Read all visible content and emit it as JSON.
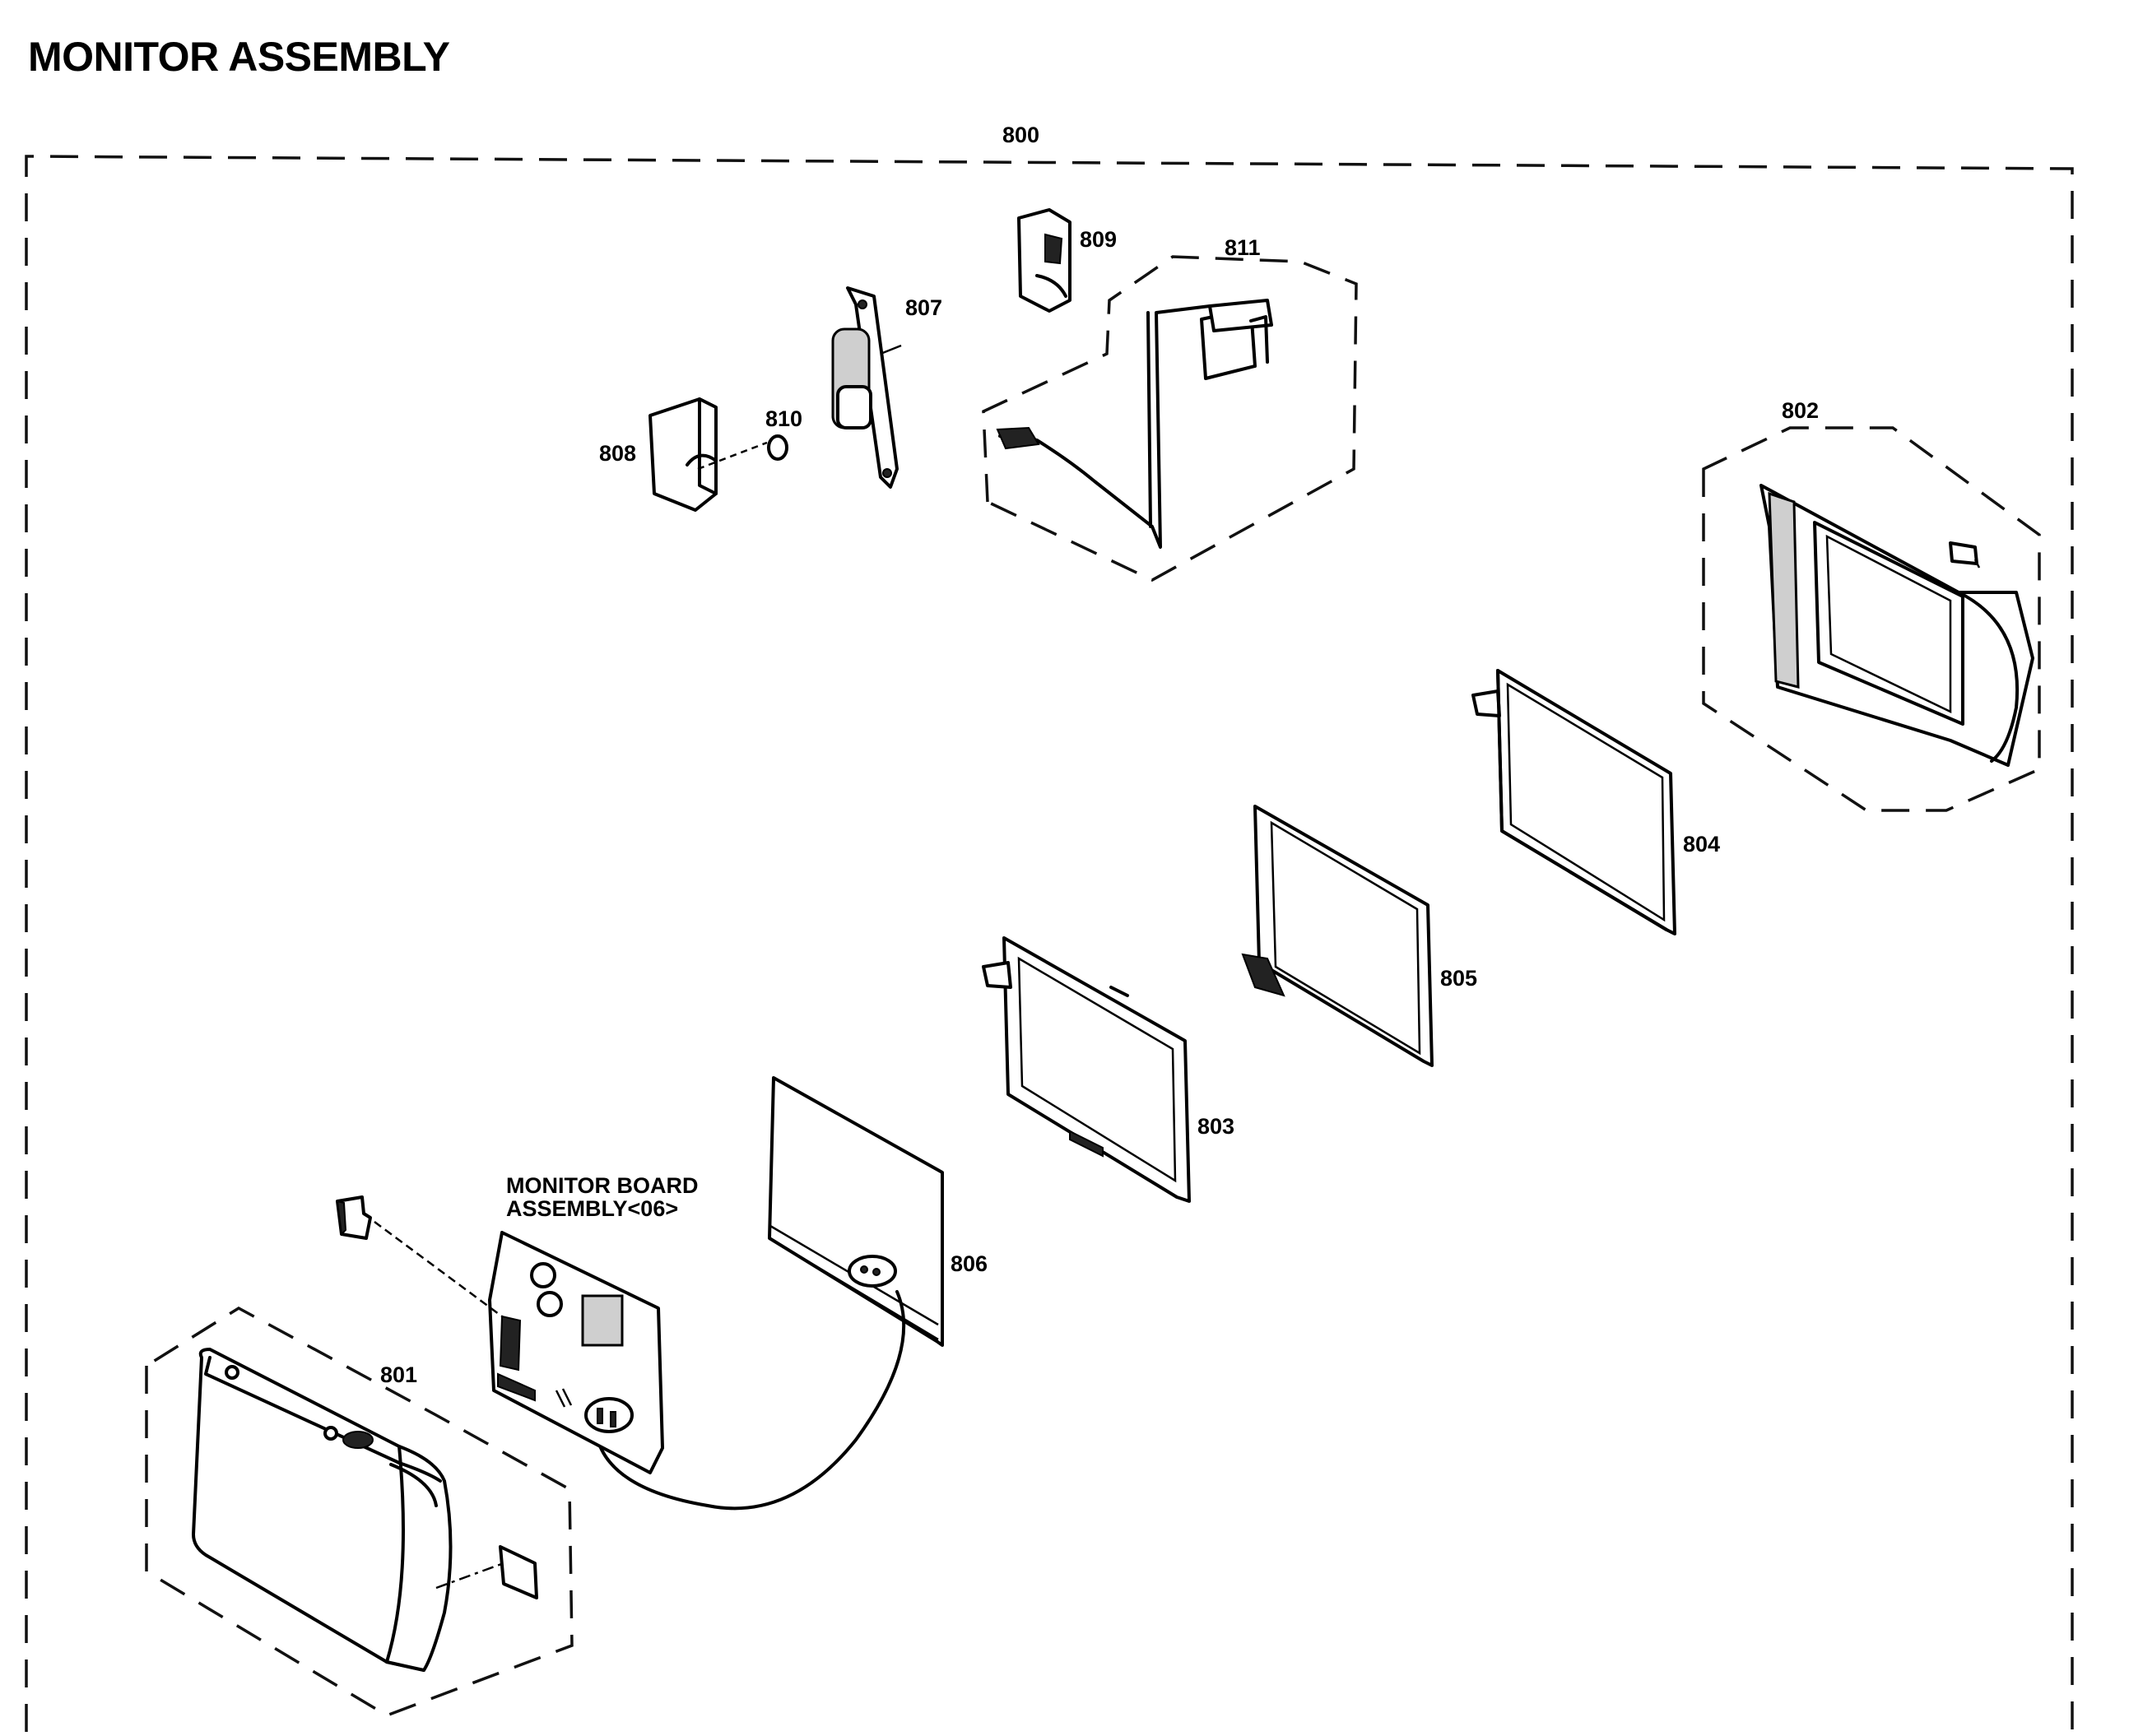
{
  "title": "MONITOR ASSEMBLY",
  "labels": {
    "p800": "800",
    "p801": "801",
    "p802": "802",
    "p803": "803",
    "p804": "804",
    "p805": "805",
    "p806": "806",
    "p807": "807",
    "p808": "808",
    "p809": "809",
    "p810": "810",
    "p811": "811",
    "board_line1": "MONITOR BOARD",
    "board_line2": "ASSEMBLY<06>"
  }
}
